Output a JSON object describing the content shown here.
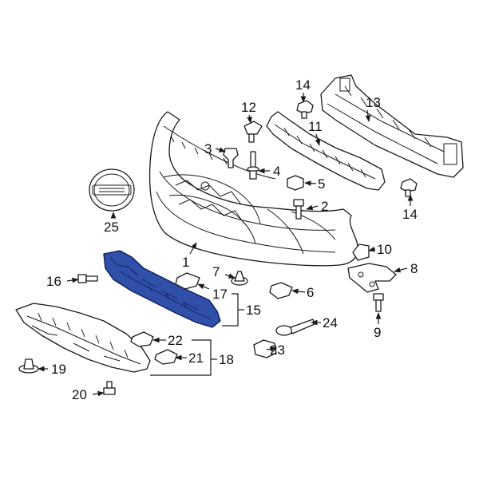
{
  "callouts": {
    "c1": "1",
    "c2": "2",
    "c3": "3",
    "c4": "4",
    "c5": "5",
    "c6": "6",
    "c7": "7",
    "c8": "8",
    "c9": "9",
    "c10": "10",
    "c11": "11",
    "c12": "12",
    "c13": "13",
    "c14a": "14",
    "c14b": "14",
    "c15": "15",
    "c16": "16",
    "c17": "17",
    "c18": "18",
    "c19": "19",
    "c20": "20",
    "c21": "21",
    "c22": "22",
    "c23": "23",
    "c24": "24",
    "c25": "25"
  },
  "colors": {
    "highlight": "#2f4fa8",
    "line": "#1a1a1a",
    "background": "#ffffff"
  }
}
